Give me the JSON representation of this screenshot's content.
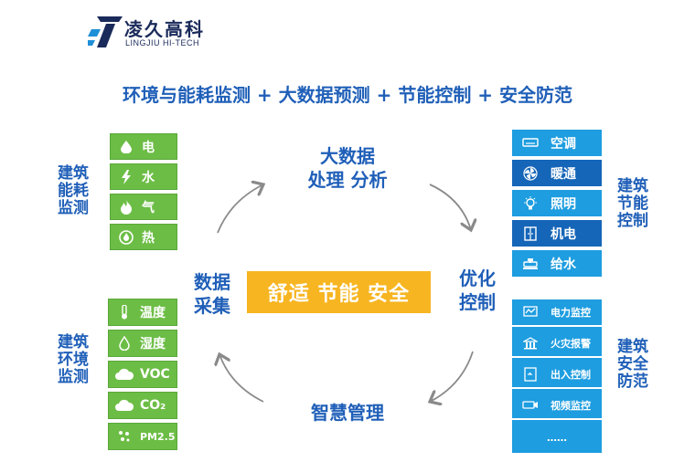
{
  "logo": {
    "cn": "凌久高科",
    "en": "LINGJIU HI-TECH"
  },
  "headline": "环境与能耗监测 + 大数据预测 + 节能控制 + 安全防范",
  "left_top": {
    "label_lines": [
      "建筑",
      "能耗",
      "监测"
    ],
    "items": [
      {
        "label": "电",
        "icon": "droplet-icon"
      },
      {
        "label": "水",
        "icon": "lightning-icon"
      },
      {
        "label": "气",
        "icon": "flame-icon"
      },
      {
        "label": "热",
        "icon": "heat-circle-icon"
      }
    ]
  },
  "left_bottom": {
    "label_lines": [
      "建筑",
      "环境",
      "监测"
    ],
    "items": [
      {
        "label": "温度",
        "icon": "thermometer-icon"
      },
      {
        "label": "湿度",
        "icon": "humidity-drop-icon"
      },
      {
        "label": "VOC",
        "icon": "voc-cloud-icon"
      },
      {
        "label": "CO₂",
        "icon": "co2-cloud-icon"
      },
      {
        "label": "PM2.5",
        "icon": "pm25-icon"
      }
    ]
  },
  "right_top": {
    "label_lines": [
      "建筑",
      "节能",
      "控制"
    ],
    "items": [
      {
        "label": "空调",
        "icon": "air-conditioner-icon"
      },
      {
        "label": "暖通",
        "icon": "fan-icon"
      },
      {
        "label": "照明",
        "icon": "bulb-icon"
      },
      {
        "label": "机电",
        "icon": "cabinet-icon"
      },
      {
        "label": "给水",
        "icon": "faucet-icon"
      }
    ]
  },
  "right_bottom": {
    "label_lines": [
      "建筑",
      "安全",
      "防范"
    ],
    "items": [
      {
        "label": "电力监控",
        "icon": "power-monitor-icon"
      },
      {
        "label": "火灾报警",
        "icon": "fire-alarm-icon"
      },
      {
        "label": "出入控制",
        "icon": "access-icon"
      },
      {
        "label": "视频监控",
        "icon": "camera-icon"
      },
      {
        "label": "……",
        "icon": ""
      }
    ]
  },
  "cycle": {
    "top_lines": [
      "大数据",
      "处理 分析"
    ],
    "right_lines": [
      "优化",
      "控制"
    ],
    "bottom": "智慧管理",
    "left_lines": [
      "数据",
      "采集"
    ],
    "center": "舒适 节能  安全"
  },
  "colors": {
    "green": "#6cbd45",
    "blue_light": "#1e9de0",
    "blue_dark": "#1565b8",
    "orange": "#f7b521",
    "title_blue": "#1f5fb8"
  }
}
